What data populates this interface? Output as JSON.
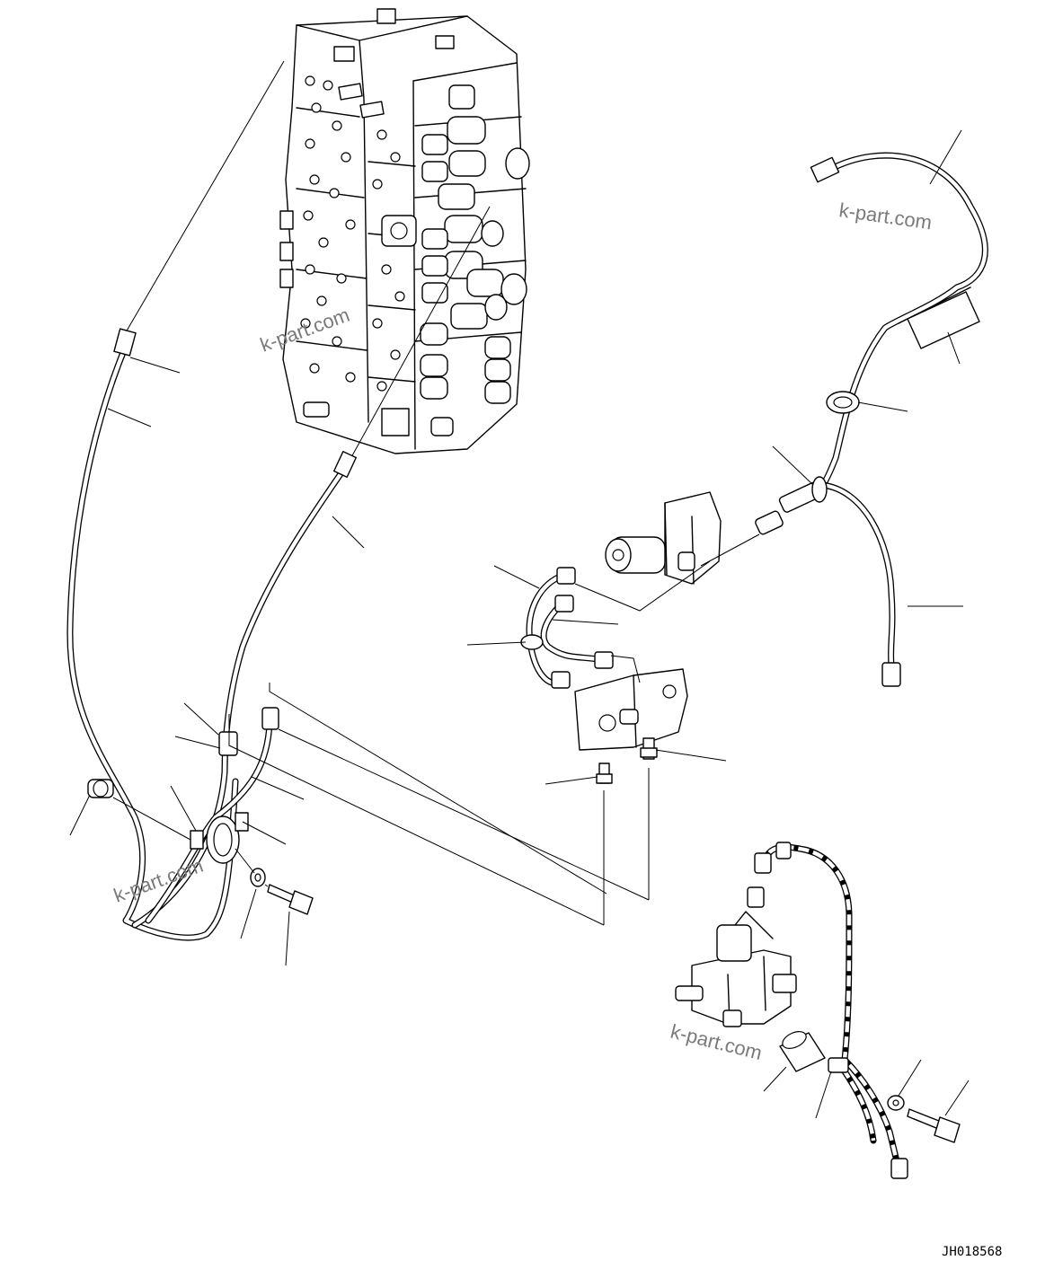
{
  "diagram": {
    "code": "JH018568",
    "watermarks": [
      "k-part.com",
      "k-part.com",
      "k-part.com",
      "k-part.com"
    ]
  }
}
